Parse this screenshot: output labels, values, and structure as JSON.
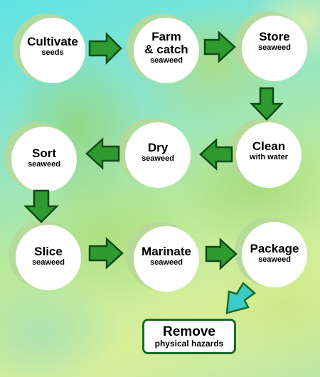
{
  "steps": [
    {
      "title": "Cultivate",
      "subtitle": "seeds"
    },
    {
      "title": "Farm\n& catch",
      "subtitle": "seaweed"
    },
    {
      "title": "Store",
      "subtitle": "seaweed"
    },
    {
      "title": "Clean",
      "subtitle": "with water"
    },
    {
      "title": "Dry",
      "subtitle": "seaweed"
    },
    {
      "title": "Sort",
      "subtitle": "seaweed"
    },
    {
      "title": "Slice",
      "subtitle": "seaweed"
    },
    {
      "title": "Marinate",
      "subtitle": "seaweed"
    },
    {
      "title": "Package",
      "subtitle": "seaweed"
    }
  ],
  "hazard": {
    "title": "Remove",
    "subtitle": "physical hazards"
  },
  "colors": {
    "arrow_fill": "#2f9a2f",
    "arrow_stroke": "#0d4a16",
    "hazard_arrow_fill": "#3cc9c9",
    "hazard_arrow_stroke": "#1b6a2b",
    "box_border": "#1b6a2b"
  }
}
